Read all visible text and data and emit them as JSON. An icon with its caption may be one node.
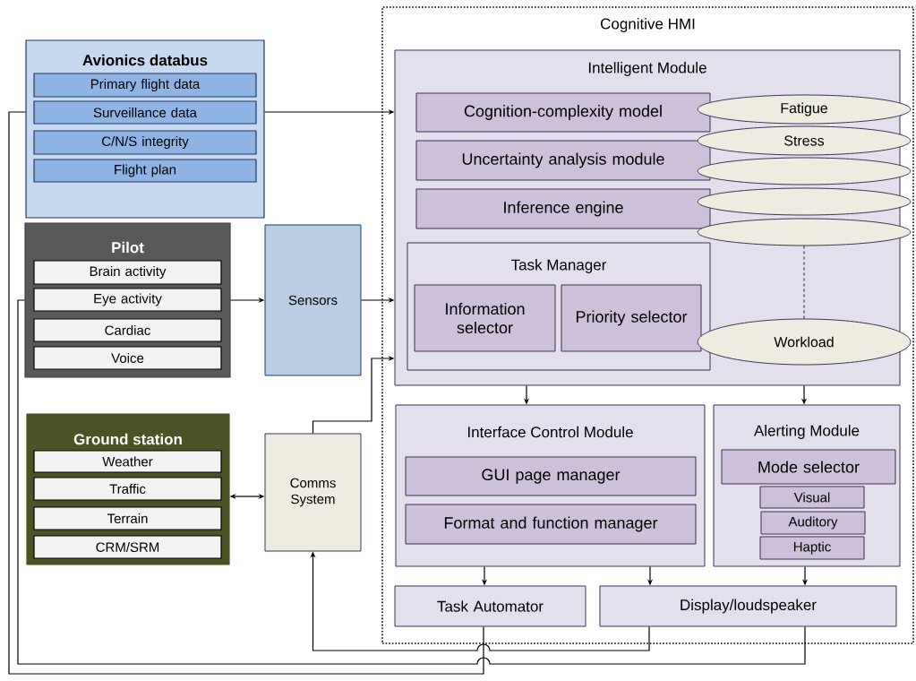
{
  "diagram": {
    "nodes": [
      {
        "text": [
          "Cognitive HMI"
        ]
      },
      {
        "text": [
          "Intelligent Module"
        ],
        "in": 0
      },
      {
        "text": [
          "Cognition-complexity model"
        ],
        "in": 1
      },
      {
        "text": [
          "Uncertainty analysis module"
        ],
        "in": 1
      },
      {
        "text": [
          "Inference engine"
        ],
        "in": 1
      },
      {
        "text": [
          "Task Manager"
        ],
        "in": 1
      },
      {
        "text": [
          "Information selector"
        ],
        "in": 5
      },
      {
        "text": [
          "Priority selector"
        ],
        "in": 5
      },
      {
        "text": [
          "Fatigue"
        ],
        "in": 1
      },
      {
        "text": [
          "Stress"
        ],
        "in": 1
      },
      {
        "text": [],
        "shape": "ellipse",
        "in": 1
      },
      {
        "text": [],
        "shape": "ellipse",
        "in": 1
      },
      {
        "text": [],
        "shape": "ellipse",
        "in": 1
      },
      {
        "text": [
          "Workload"
        ],
        "in": 1
      },
      {
        "text": [
          "Interface Control Module"
        ],
        "in": 0
      },
      {
        "text": [
          "GUI page manager"
        ],
        "in": 14
      },
      {
        "text": [
          "Format and function manager"
        ],
        "in": 14
      },
      {
        "text": [
          "Alerting Module"
        ],
        "in": 0
      },
      {
        "text": [
          "Mode selector"
        ],
        "in": 17
      },
      {
        "text": [
          "Visual"
        ],
        "in": 17
      },
      {
        "text": [
          "Auditory"
        ],
        "in": 17
      },
      {
        "text": [
          "Haptic"
        ],
        "in": 17
      },
      {
        "text": [
          "Task Automator"
        ],
        "in": 0
      },
      {
        "text": [
          "Display/loudspeaker"
        ],
        "in": 0
      },
      {
        "text": [
          "Avionics databus"
        ]
      },
      {
        "text": [
          "Primary flight data"
        ],
        "in": 24
      },
      {
        "text": [
          "Surveillance data"
        ],
        "in": 24
      },
      {
        "text": [
          "C/N/S integrity"
        ],
        "in": 24
      },
      {
        "text": [
          "Flight plan"
        ],
        "in": 24
      },
      {
        "text": [
          "Pilot"
        ]
      },
      {
        "text": [
          "Brain activity"
        ],
        "in": 29
      },
      {
        "text": [
          "Eye activity"
        ],
        "in": 29
      },
      {
        "text": [
          "Cardiac"
        ],
        "in": 29
      },
      {
        "text": [
          "Voice"
        ],
        "in": 29
      },
      {
        "text": [
          "Ground station"
        ]
      },
      {
        "text": [
          "Weather"
        ],
        "in": 34
      },
      {
        "text": [
          "Traffic"
        ],
        "in": 34
      },
      {
        "text": [
          "Terrain"
        ],
        "in": 34
      },
      {
        "text": [
          "CRM/SRM"
        ],
        "in": 34
      },
      {
        "text": [
          "Sensors"
        ]
      },
      {
        "text": [
          "Comms System"
        ]
      }
    ],
    "edges": [
      {
        "from": 24,
        "to": 1,
        "arrow": "to"
      },
      {
        "from": 29,
        "to": 39,
        "arrow": "to"
      },
      {
        "from": 39,
        "to": 1,
        "arrow": "to"
      },
      {
        "from": 34,
        "to": 40,
        "arrow": "both"
      },
      {
        "from": 40,
        "to": 1,
        "arrow": "to"
      },
      {
        "from": 1,
        "to": 14,
        "arrow": "to"
      },
      {
        "from": 1,
        "to": 17,
        "arrow": "to"
      },
      {
        "from": 14,
        "to": 22,
        "arrow": "to"
      },
      {
        "from": 14,
        "to": 23,
        "arrow": "to"
      },
      {
        "from": 17,
        "to": 23,
        "arrow": "to"
      },
      {
        "from": 22,
        "to": 24,
        "arrow": "none"
      },
      {
        "from": 23,
        "to": 40,
        "arrow": "to"
      },
      {
        "from": 23,
        "to": 29,
        "arrow": "none"
      },
      {
        "from": 12,
        "to": 13,
        "arrow": "none",
        "style": "dashed",
        "color": "#3f3151"
      }
    ]
  }
}
